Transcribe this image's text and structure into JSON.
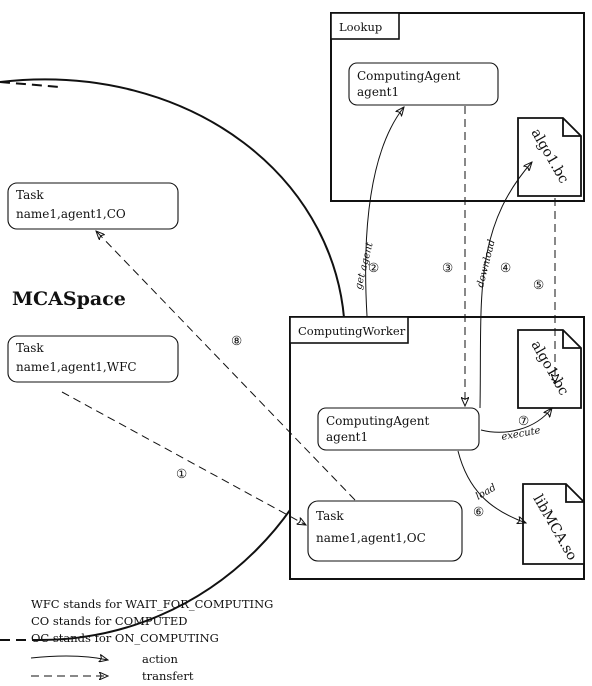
{
  "space_label": "MCASpace",
  "lookup": {
    "title": "Lookup",
    "agent_line1": "ComputingAgent",
    "agent_line2": "agent1",
    "file": "algo1.bc"
  },
  "worker": {
    "title": "ComputingWorker",
    "agent_line1": "ComputingAgent",
    "agent_line2": "agent1",
    "file1": "algo1.bc",
    "file2": "libMCA.so",
    "task_line1": "Task",
    "task_line2": "name1,agent1,OC"
  },
  "space_tasks": [
    {
      "line1": "Task",
      "line2": "name1,agent1,CO"
    },
    {
      "line1": "Task",
      "line2": "name1,agent1,WFC"
    }
  ],
  "edge_labels": {
    "get_agent": "get agent",
    "download": "download",
    "execute": "execute",
    "load": "load"
  },
  "step_numbers": [
    "①",
    "②",
    "③",
    "④",
    "⑤",
    "⑥",
    "⑦",
    "⑧"
  ],
  "legend": {
    "lines": [
      "WFC stands for WAIT_FOR_COMPUTING",
      "CO stands for COMPUTED",
      "OC stands for ON_COMPUTING"
    ],
    "action": "action",
    "transfert": "transfert"
  }
}
